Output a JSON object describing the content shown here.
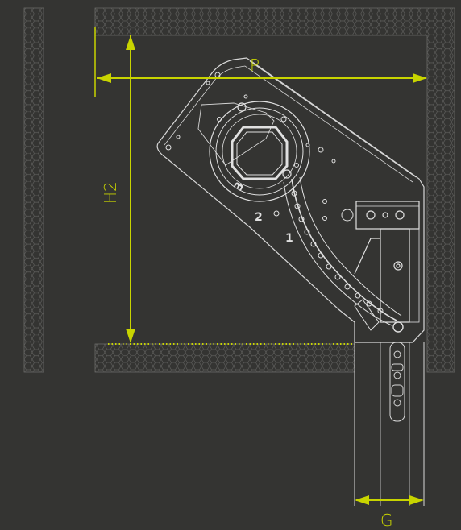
{
  "labels": {
    "depth": "P",
    "height": "H2",
    "gap": "G",
    "marker_1": "1",
    "marker_2": "2",
    "marker_3": "3"
  },
  "colors": {
    "background": "#343432",
    "line": "#d8d8d8",
    "dimension": "#c8d400",
    "wall": "#5a5a58"
  }
}
